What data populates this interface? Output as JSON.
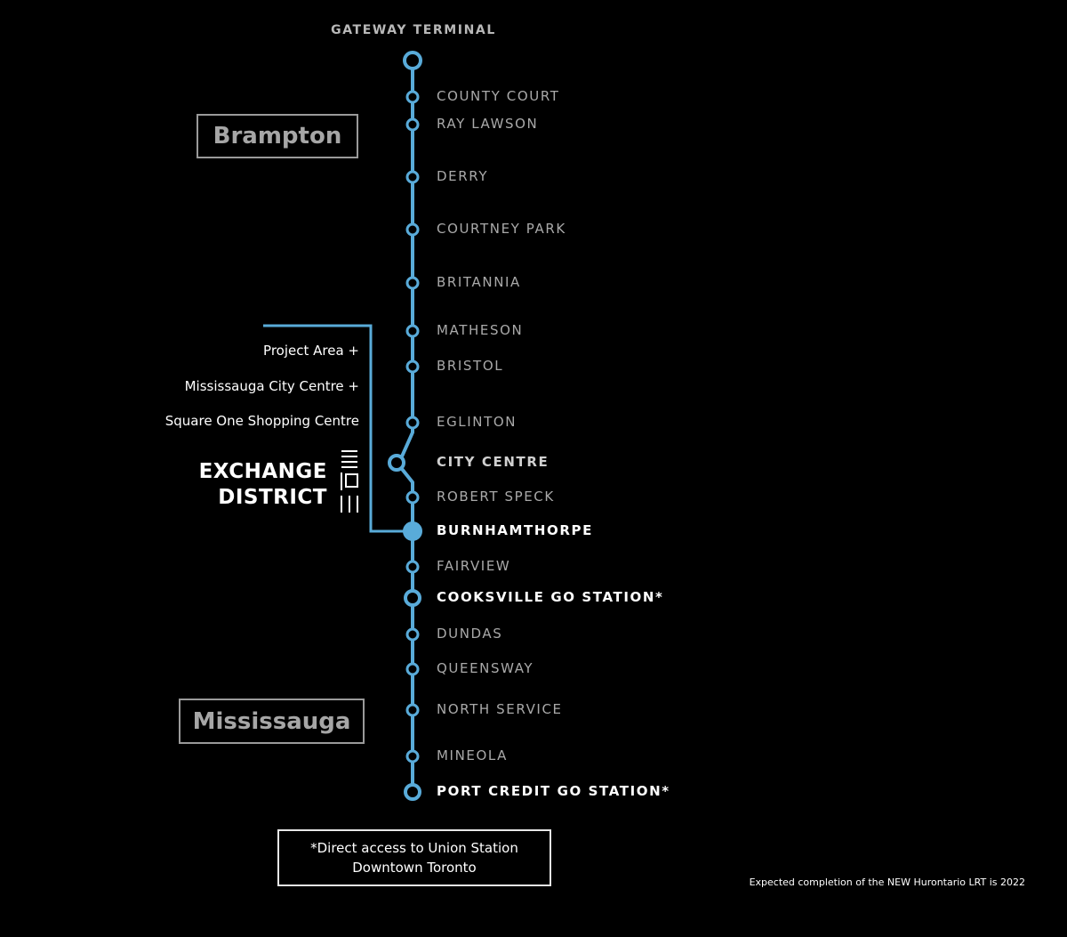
{
  "terminal": "GATEWAY TERMINAL",
  "line_color": "#59abd9",
  "stations": [
    {
      "name": "COUNTY COURT",
      "style": "regular"
    },
    {
      "name": "RAY LAWSON",
      "style": "regular"
    },
    {
      "name": "DERRY",
      "style": "regular"
    },
    {
      "name": "COURTNEY PARK",
      "style": "regular"
    },
    {
      "name": "BRITANNIA",
      "style": "regular"
    },
    {
      "name": "MATHESON",
      "style": "regular"
    },
    {
      "name": "BRISTOL",
      "style": "regular"
    },
    {
      "name": "EGLINTON",
      "style": "regular"
    },
    {
      "name": "CITY CENTRE",
      "style": "branch"
    },
    {
      "name": "ROBERT SPECK",
      "style": "regular"
    },
    {
      "name": "BURNHAMTHORPE",
      "style": "highlight"
    },
    {
      "name": "FAIRVIEW",
      "style": "regular"
    },
    {
      "name": "COOKSVILLE GO STATION*",
      "style": "major"
    },
    {
      "name": "DUNDAS",
      "style": "regular"
    },
    {
      "name": "QUEENSWAY",
      "style": "regular"
    },
    {
      "name": "NORTH SERVICE",
      "style": "regular"
    },
    {
      "name": "MINEOLA",
      "style": "regular"
    },
    {
      "name": "PORT CREDIT GO STATION*",
      "style": "major"
    }
  ],
  "regions": {
    "north": "Brampton",
    "south": "Mississauga"
  },
  "project_callout": {
    "lines": [
      "Project Area +",
      "Mississauga City Centre +",
      "Square One Shopping Centre"
    ],
    "logo_lines": [
      "EXCHANGE",
      "DISTRICT"
    ]
  },
  "note": {
    "line1": "*Direct access to Union Station",
    "line2": "Downtown Toronto"
  },
  "completion": "Expected completion of the NEW Hurontario LRT is 2022"
}
